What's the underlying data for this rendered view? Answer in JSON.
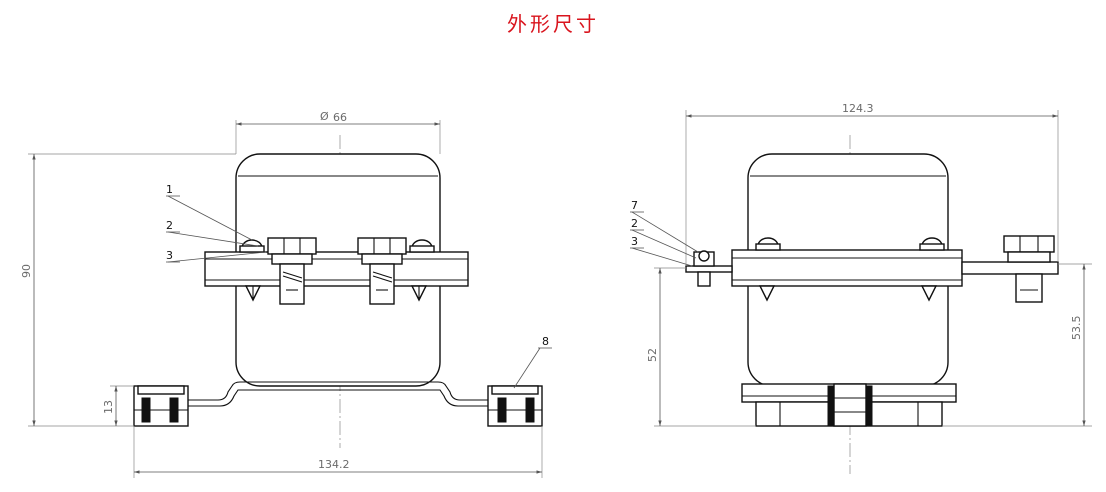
{
  "title": "外形尺寸",
  "front_view": {
    "dims": {
      "diameter": "66",
      "diameter_symbol": "Ø",
      "height": "90",
      "foot_height": "13",
      "width": "134.2"
    },
    "callouts": [
      "1",
      "2",
      "3",
      "8"
    ]
  },
  "side_view": {
    "dims": {
      "width": "124.3",
      "mount_height": "52",
      "terminal_height": "53.5"
    },
    "callouts": [
      "7",
      "2",
      "3"
    ]
  }
}
